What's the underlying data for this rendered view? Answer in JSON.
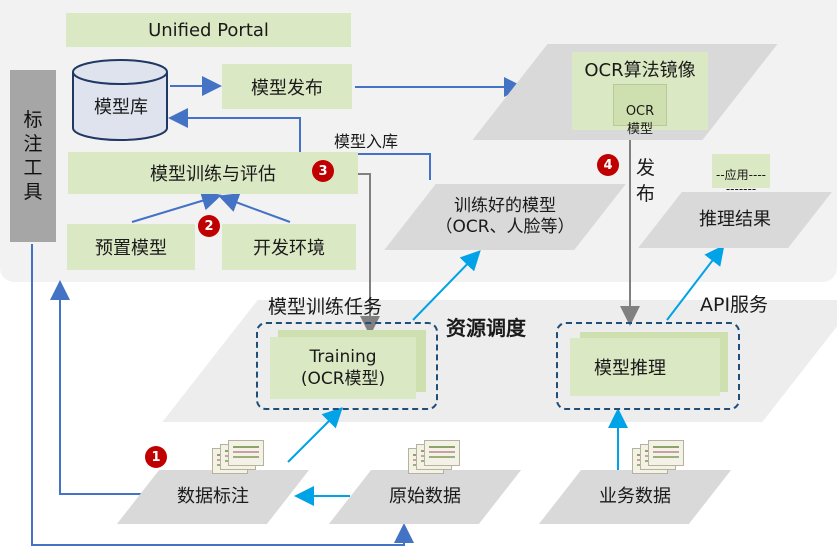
{
  "unified_portal": "Unified Portal",
  "sidebar_label": "标注工具",
  "model_repo": "模型库",
  "model_publish": "模型发布",
  "model_ingest_label": "模型入库",
  "train_eval": "模型训练与评估",
  "preset_model": "预置模型",
  "dev_env": "开发环境",
  "ocr_image": {
    "title": "OCR算法镜像",
    "inner": "OCR\n模型"
  },
  "publish_label": "发布",
  "app_doc": "--应用----\n-------",
  "infer_result": "推理结果",
  "trained_model": "训练好的模型\n（OCR、人脸等）",
  "train_task_label": "模型训练任务",
  "resource_sched": "资源调度",
  "api_service": "API服务",
  "training_box": "Training\n(OCR模型)",
  "model_infer": "模型推理",
  "data_label": "数据标注",
  "raw_data": "原始数据",
  "biz_data": "业务数据",
  "badges": [
    "1",
    "2",
    "3",
    "4"
  ],
  "colors": {
    "blue_arrow": "#00a2e8",
    "dark_arrow": "#4472c4",
    "grey_arrow": "#808080",
    "badge": "#c00000",
    "green": "#dbe8c4"
  }
}
